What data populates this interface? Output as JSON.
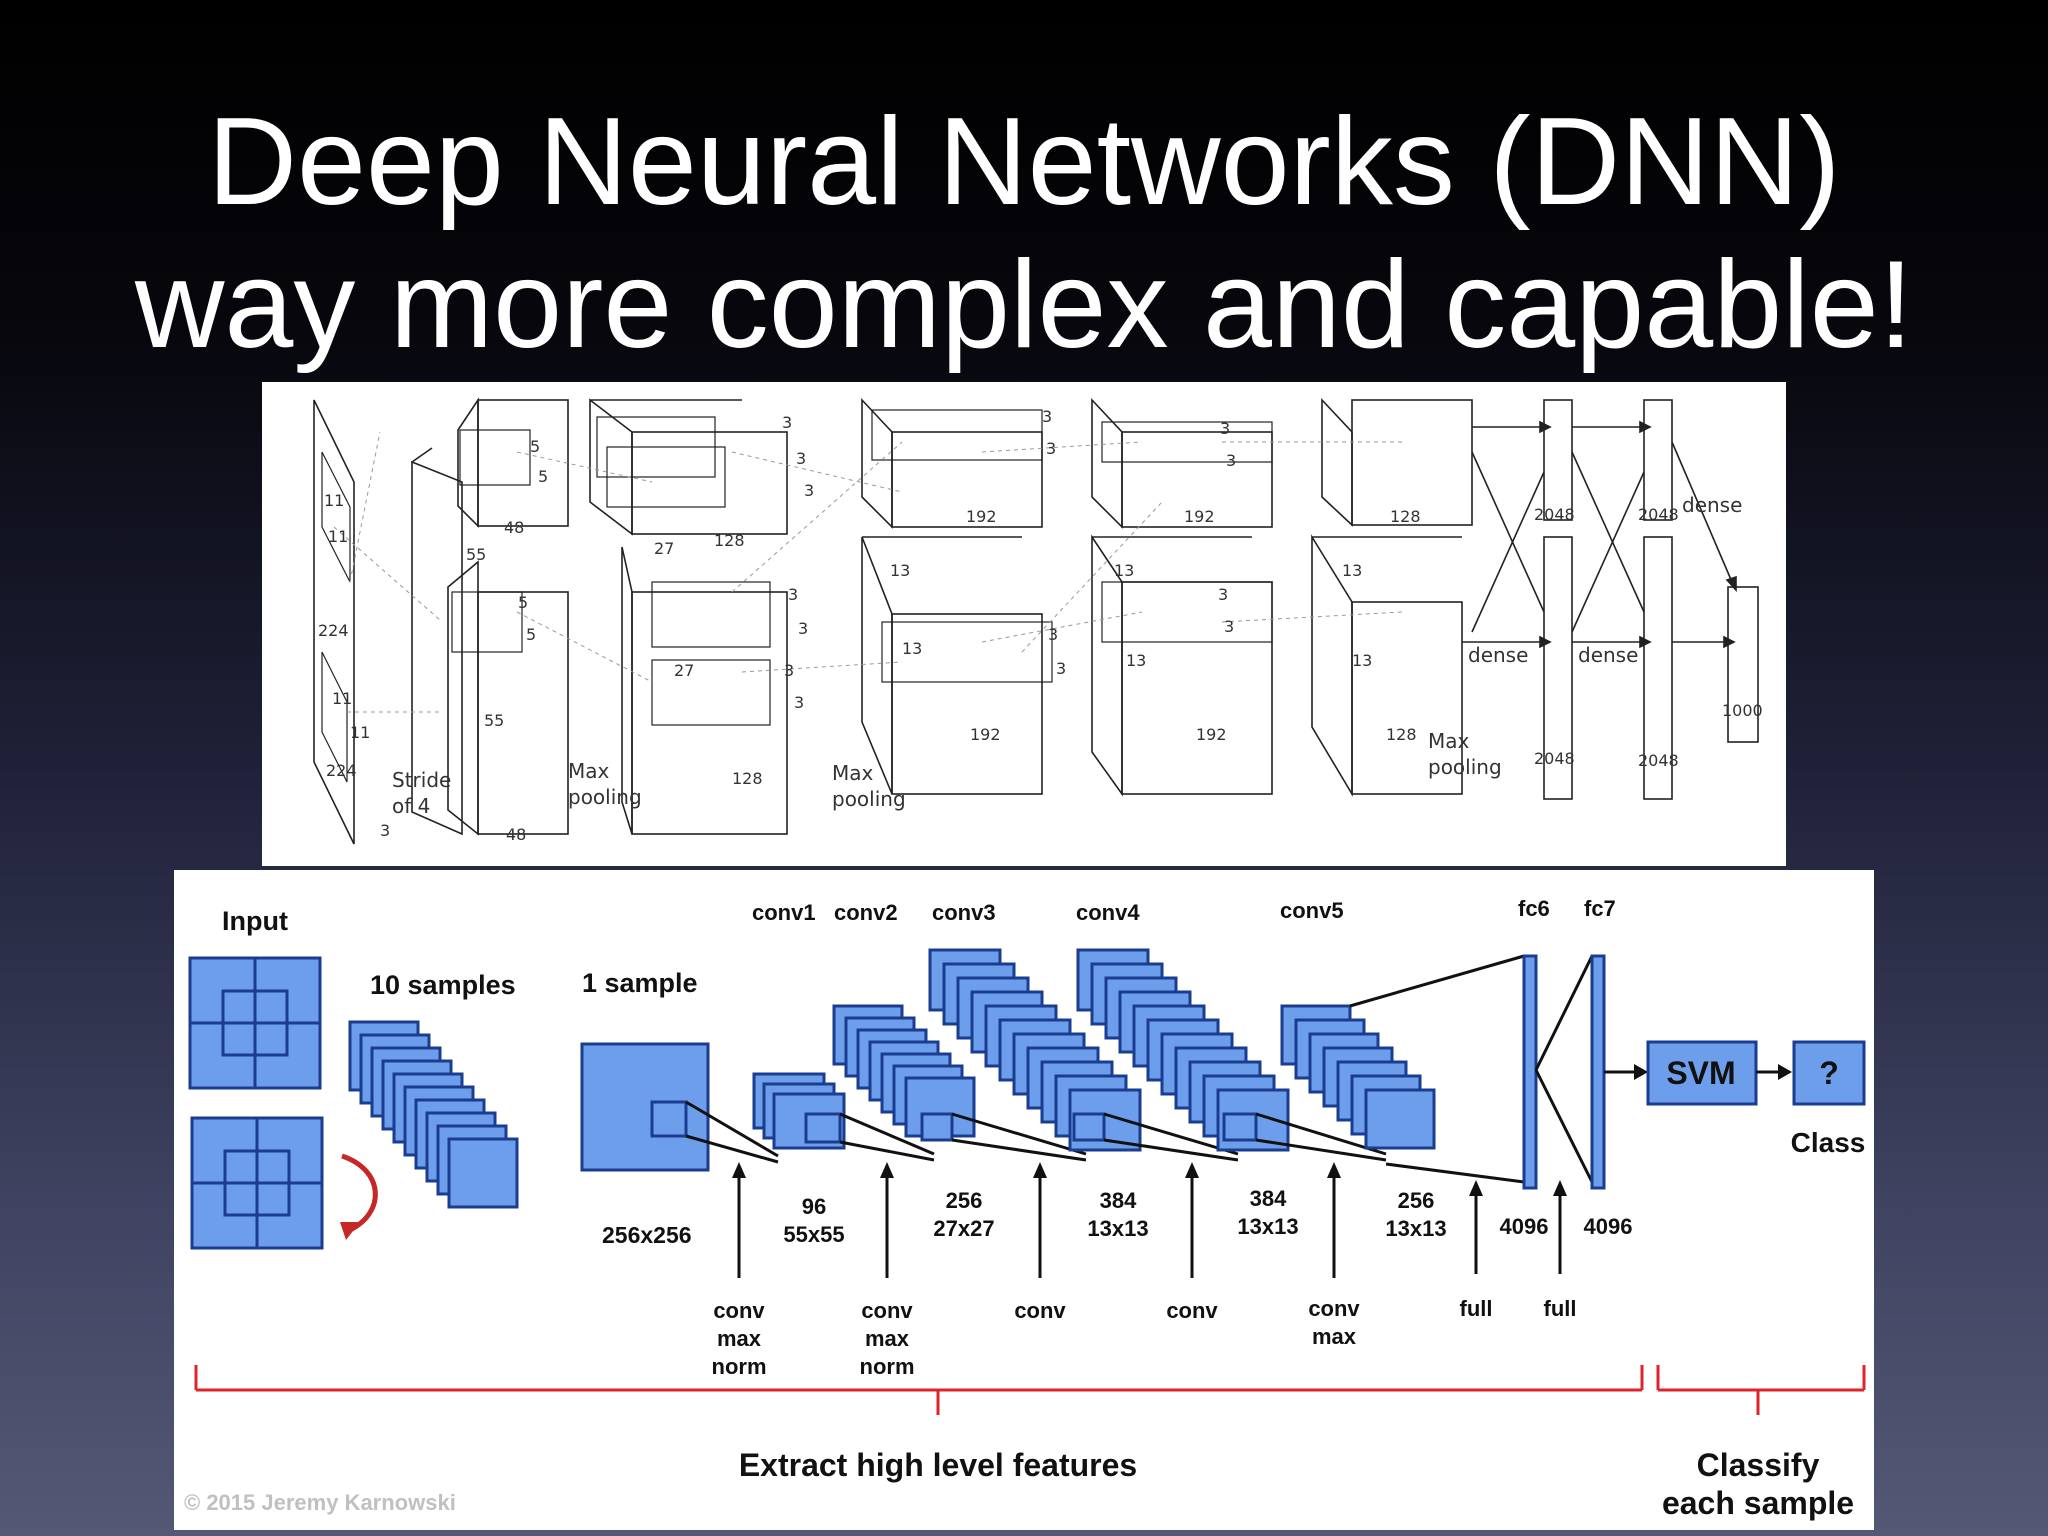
{
  "slide": {
    "title_line1": "Deep Neural Networks (DNN)",
    "title_line2": "way more complex and capable!"
  },
  "top_diagram": {
    "labels": {
      "k11_a": "11",
      "k11_b": "11",
      "k11_c": "11",
      "k11_d": "11",
      "in224_a": "224",
      "in224_b": "224",
      "in3": "3",
      "stride": "Stride",
      "stride2": "of 4",
      "c1_55a": "55",
      "c1_55b": "55",
      "c1_48a": "48",
      "c1_48b": "48",
      "k5_a": "5",
      "k5_b": "5",
      "k5_c": "5",
      "k5_d": "5",
      "mp1a": "Max",
      "mp1b": "pooling",
      "c2_27a": "27",
      "c2_27b": "27",
      "c2_128a": "128",
      "c2_128b": "128",
      "k3_a": "3",
      "k3_b": "3",
      "k3_c": "3",
      "k3_d": "3",
      "k3_e": "3",
      "k3_f": "3",
      "k3_g": "3",
      "k3_h": "3",
      "mp2a": "Max",
      "mp2b": "pooling",
      "c3_192a": "192",
      "c3_192b": "192",
      "c3_13a": "13",
      "c3_13b": "13",
      "k3_i": "3",
      "k3_j": "3",
      "k3_k": "3",
      "k3_l": "3",
      "c4_192a": "192",
      "c4_192b": "192",
      "c4_13a": "13",
      "c4_13b": "13",
      "k3_m": "3",
      "k3_n": "3",
      "k3_o": "3",
      "k3_p": "3",
      "c5_128a": "128",
      "c5_128b": "128",
      "c5_13a": "13",
      "c5_13b": "13",
      "mp3a": "Max",
      "mp3b": "pooling",
      "d2048_a": "2048",
      "d2048_b": "2048",
      "d2048_c": "2048",
      "d2048_d": "2048",
      "dense_a": "dense",
      "dense_b": "dense",
      "dense_c": "dense",
      "out1000": "1000"
    }
  },
  "bottom_diagram": {
    "input": "Input",
    "samples10": "10 samples",
    "sample1": "1 sample",
    "size_in": "256x256",
    "layers": [
      "conv1",
      "conv2",
      "conv3",
      "conv4",
      "conv5",
      "fc6",
      "fc7"
    ],
    "dims": [
      {
        "a": "96",
        "b": "55x55"
      },
      {
        "a": "256",
        "b": "27x27"
      },
      {
        "a": "384",
        "b": "13x13"
      },
      {
        "a": "384",
        "b": "13x13"
      },
      {
        "a": "256",
        "b": "13x13"
      }
    ],
    "fc_dims": [
      "4096",
      "4096"
    ],
    "ops": [
      {
        "l1": "conv",
        "l2": "max",
        "l3": "norm"
      },
      {
        "l1": "conv",
        "l2": "max",
        "l3": "norm"
      },
      {
        "l1": "conv",
        "l2": "",
        "l3": ""
      },
      {
        "l1": "conv",
        "l2": "",
        "l3": ""
      },
      {
        "l1": "conv",
        "l2": "max",
        "l3": ""
      },
      {
        "l1": "full",
        "l2": "",
        "l3": ""
      },
      {
        "l1": "full",
        "l2": "",
        "l3": ""
      }
    ],
    "svm": "SVM",
    "question": "?",
    "class_label": "Class",
    "extract": "Extract high level features",
    "classify1": "Classify",
    "classify2": "each sample",
    "copyright": "© 2015 Jeremy Karnowski",
    "colors": {
      "fill": "#6d9eeb",
      "stroke": "#1a3d8f",
      "bracket": "#e0242b",
      "arrow": "#c62828"
    }
  }
}
